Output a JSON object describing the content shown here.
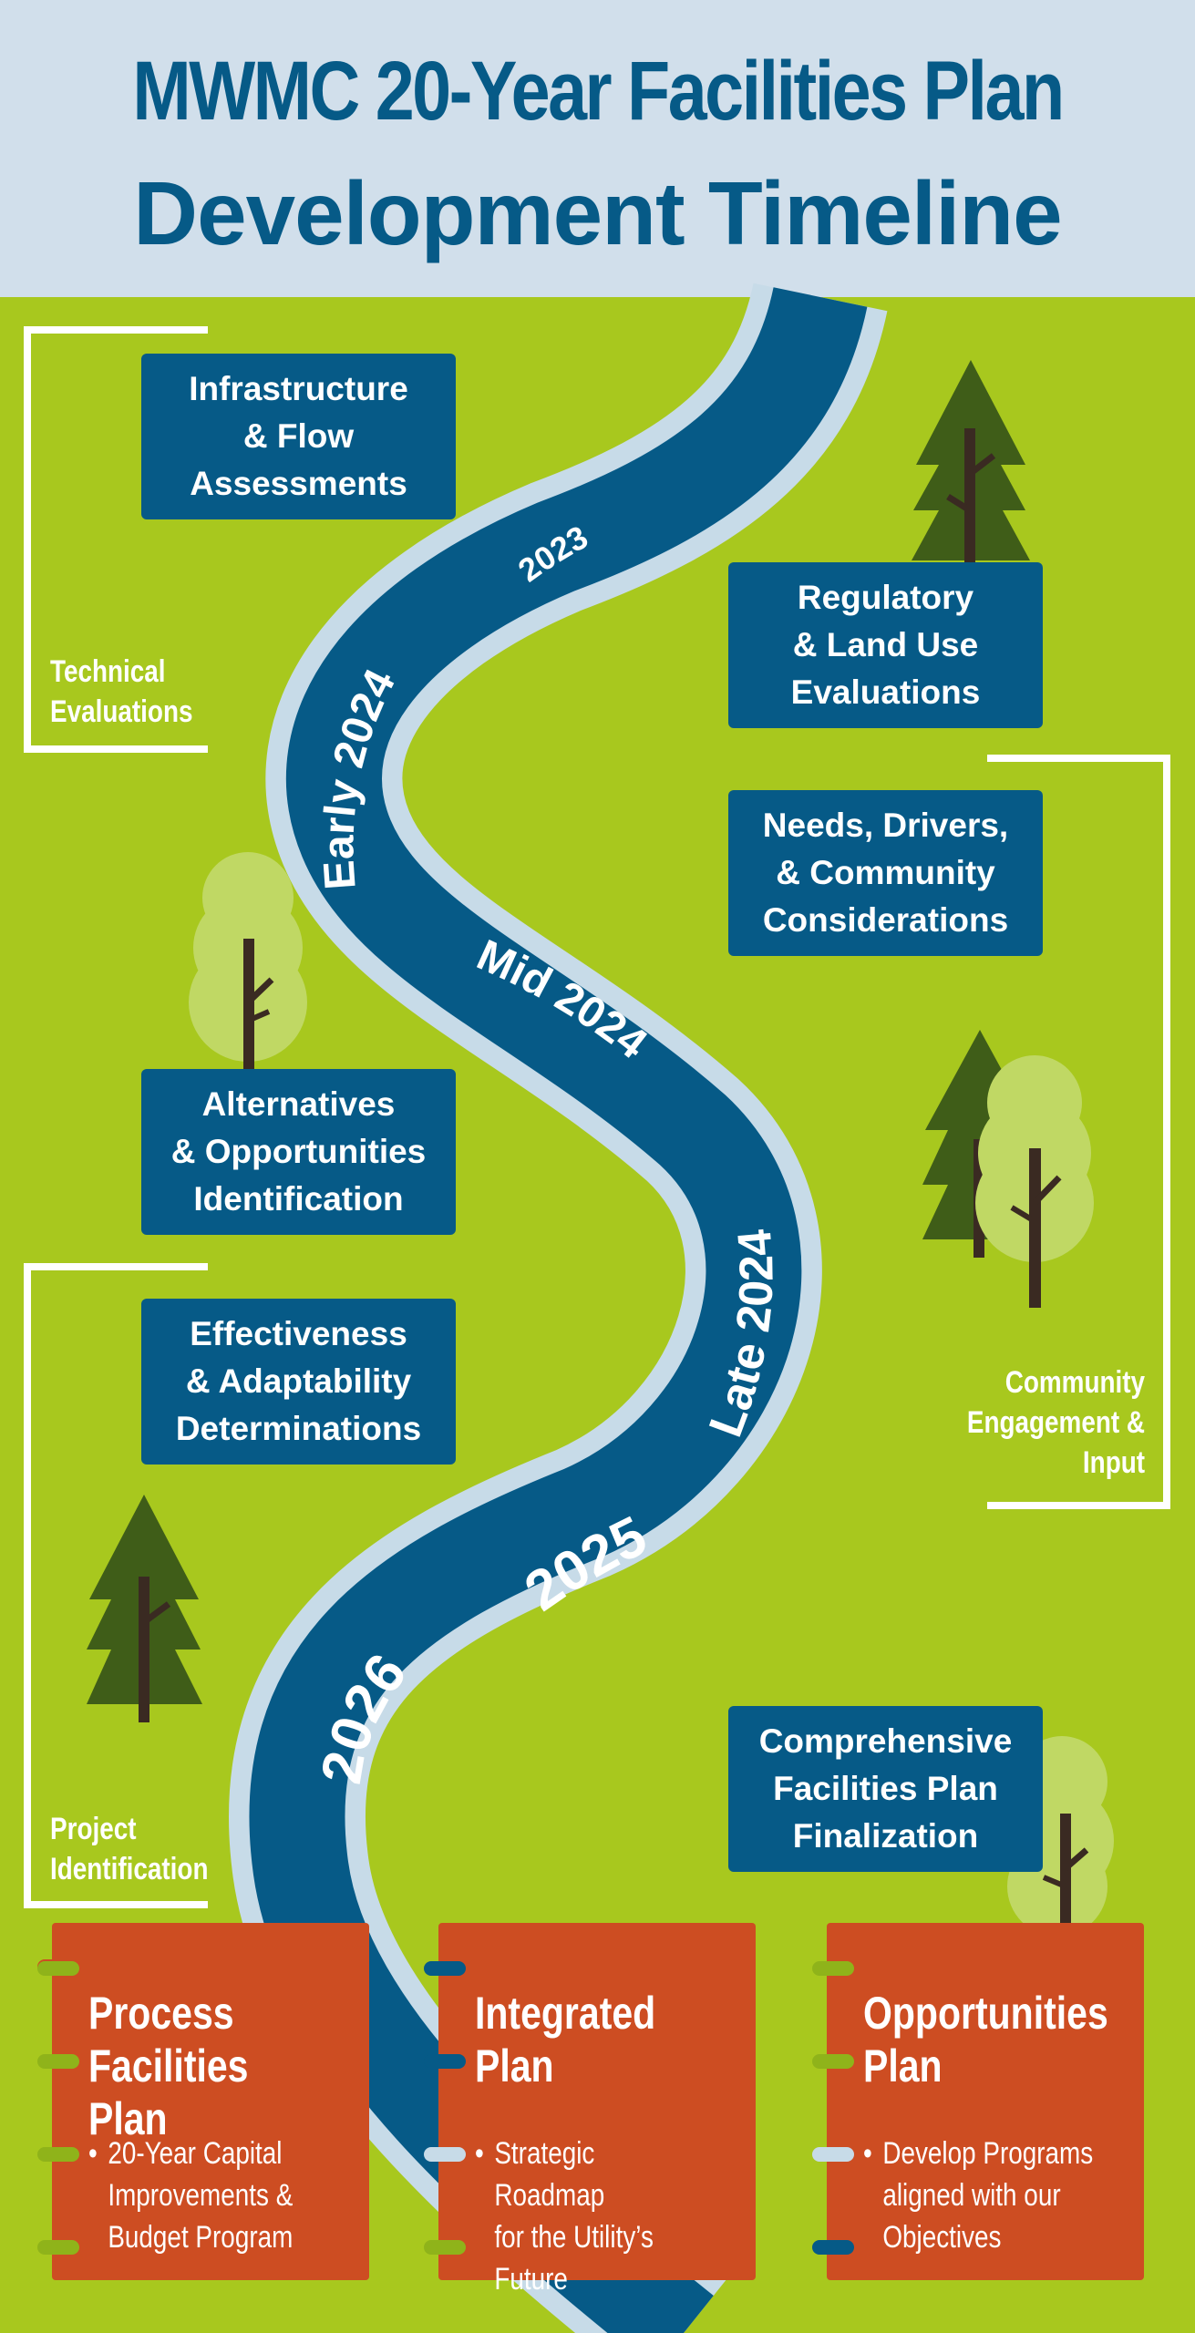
{
  "header": {
    "title_line1": "MWMC 20-Year Facilities Plan",
    "title_line2": "Development Timeline"
  },
  "timeline_labels": [
    "2023",
    "Early 2024",
    "Mid 2024",
    "Late 2024",
    "2025",
    "2026"
  ],
  "boxes": {
    "infrastructure": "Infrastructure\n& Flow\nAssessments",
    "regulatory": "Regulatory\n& Land Use\nEvaluations",
    "needs": "Needs, Drivers,\n& Community\nConsiderations",
    "alternatives": "Alternatives\n& Opportunities\nIdentification",
    "effectiveness": "Effectiveness\n& Adaptability\nDeterminations",
    "comprehensive": "Comprehensive\nFacilities Plan\nFinalization"
  },
  "brackets": {
    "technical": "Technical\nEvaluations",
    "community": "Community\nEngagement &\nInput",
    "project": "Project\nIdentification"
  },
  "books": [
    {
      "title": "Process\nFacilities Plan",
      "bullet": "20-Year Capital\nImprovements &\nBudget Program"
    },
    {
      "title": "Integrated\nPlan",
      "bullet": "Strategic Roadmap\nfor the Utility’s\nFuture"
    },
    {
      "title": "Opportunities\nPlan",
      "bullet": "Develop Programs\naligned with our\nObjectives"
    }
  ],
  "colors": {
    "background_green": "#a8c81e",
    "river_blue": "#065a87",
    "river_edge": "#c7dbe8",
    "header_bg": "#d1dfeb",
    "book_orange": "#cd4d22"
  }
}
